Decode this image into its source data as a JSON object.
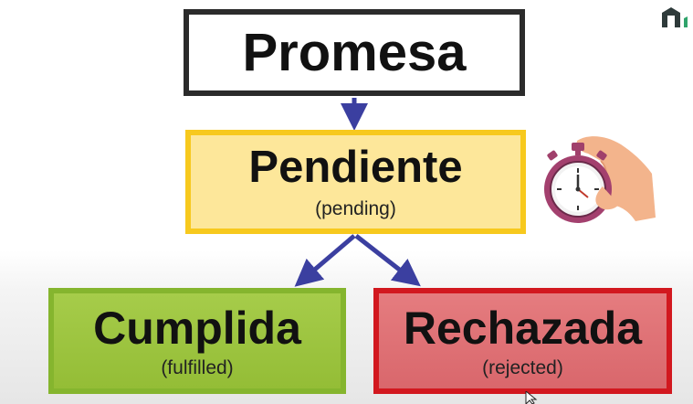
{
  "diagram": {
    "root": {
      "title": "Promesa"
    },
    "pending": {
      "title": "Pendiente",
      "subtitle": "(pending)"
    },
    "fulfilled": {
      "title": "Cumplida",
      "subtitle": "(fulfilled)"
    },
    "rejected": {
      "title": "Rechazada",
      "subtitle": "(rejected)"
    }
  },
  "colors": {
    "arrow": "#3b3fa0",
    "pending_fill": "#fde79a",
    "pending_border": "#f7c91e",
    "fulfilled_fill": "#9cc43f",
    "fulfilled_border": "#85b52e",
    "rejected_fill": "#df7175",
    "rejected_border": "#d2181f"
  },
  "icons": [
    "channel-logo-icon",
    "stopwatch-icon",
    "mouse-cursor-icon"
  ]
}
